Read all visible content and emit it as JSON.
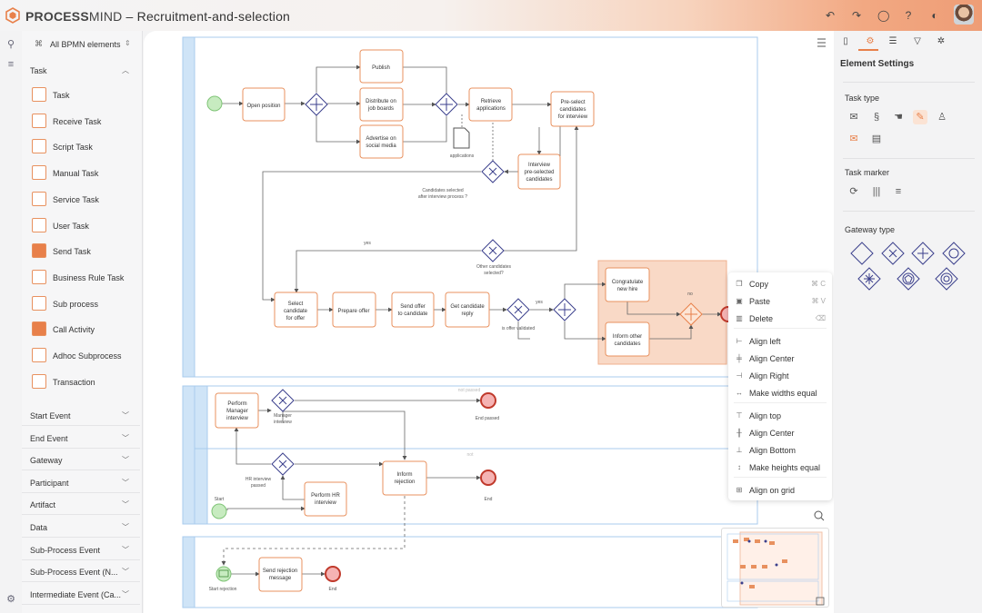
{
  "app": {
    "brand_bold": "PROCESS",
    "brand_rest": "MIND",
    "separator": "–",
    "title": "Recruitment-and-selection"
  },
  "top_icons": [
    "undo-icon",
    "redo-icon",
    "comment-icon",
    "help-icon",
    "theme-icon"
  ],
  "palette": {
    "filter_label": "All BPMN elements",
    "task_section": "Task",
    "task_items": [
      "Task",
      "Receive Task",
      "Script Task",
      "Manual Task",
      "Service Task",
      "User Task",
      "Send Task",
      "Business Rule Task",
      "Sub process",
      "Call Activity",
      "Adhoc Subprocess",
      "Transaction"
    ],
    "sections": [
      "Start Event",
      "End Event",
      "Gateway",
      "Participant",
      "Artifact",
      "Data",
      "Sub-Process Event",
      "Sub-Process Event (N...",
      "Intermediate Event (Ca..."
    ]
  },
  "diagram": {
    "pool1_tasks": {
      "open_position": "Open position",
      "publish": "Publish",
      "distribute": [
        "Distribute on",
        "job boards"
      ],
      "advertise": [
        "Advertise on",
        "social media"
      ],
      "retrieve": [
        "Retrieve",
        "applications"
      ],
      "preselect": [
        "Pre-select",
        "candidates",
        "for interview"
      ],
      "interview": [
        "Interview",
        "pre-selected",
        "candidates"
      ],
      "select": [
        "Select",
        "candidate",
        "for offer"
      ],
      "prepare": "Prepare offer",
      "send_offer": [
        "Send offer",
        "to candidate"
      ],
      "get_reply": [
        "Get candidate",
        "reply"
      ],
      "congratulate": [
        "Congratulate",
        "new hire"
      ],
      "inform_others": [
        "Inform other",
        "candidates"
      ]
    },
    "pool1_labels": {
      "applications": "applications",
      "q_selected": [
        "Candidates selected",
        "after interview process ?"
      ],
      "yes1": "yes",
      "other_q": [
        "Other candidates",
        "selected?"
      ],
      "yes2": "yes",
      "offer_q": "is offer validated",
      "no": "no"
    },
    "pool2": {
      "perform_manager": [
        "Perform",
        "Manager",
        "interview"
      ],
      "manager_interview": [
        "Manager",
        "interview"
      ],
      "end_passed": "End passed",
      "hr_passed": [
        "HR interview",
        "passed"
      ],
      "perform_hr": [
        "Perform HR",
        "interview"
      ],
      "inform_rejection": [
        "Inform",
        "rejection"
      ],
      "start": "Start",
      "end": "End",
      "failed1": "not passed",
      "failed2": "not"
    },
    "pool3": {
      "start_rejection": "Start rejection",
      "send_rejection": [
        "Send rejection",
        "message"
      ],
      "end": "End"
    }
  },
  "context_menu": {
    "items": [
      {
        "icon": "copy-icon",
        "label": "Copy",
        "shortcut": "⌘ C"
      },
      {
        "icon": "paste-icon",
        "label": "Paste",
        "shortcut": "⌘ V"
      },
      {
        "icon": "delete-icon",
        "label": "Delete",
        "shortcut": "⌫"
      },
      {
        "icon": "align-left-icon",
        "label": "Align left",
        "shortcut": ""
      },
      {
        "icon": "align-center-icon",
        "label": "Align Center",
        "shortcut": ""
      },
      {
        "icon": "align-right-icon",
        "label": "Align Right",
        "shortcut": ""
      },
      {
        "icon": "widths-equal-icon",
        "label": "Make widths equal",
        "shortcut": ""
      },
      {
        "icon": "align-top-icon",
        "label": "Align top",
        "shortcut": ""
      },
      {
        "icon": "align-middle-icon",
        "label": "Align Center",
        "shortcut": ""
      },
      {
        "icon": "align-bottom-icon",
        "label": "Align Bottom",
        "shortcut": ""
      },
      {
        "icon": "heights-equal-icon",
        "label": "Make heights equal",
        "shortcut": ""
      },
      {
        "icon": "grid-icon",
        "label": "Align on grid",
        "shortcut": ""
      }
    ]
  },
  "right_panel": {
    "tabs": [
      "document-icon",
      "settings-icon",
      "database-icon",
      "filter-icon",
      "gear-icon"
    ],
    "title": "Element Settings",
    "task_type": "Task type",
    "task_marker": "Task marker",
    "gateway_type": "Gateway type"
  },
  "colors": {
    "accent": "#e8804a",
    "lane": "#cfe4f7",
    "gateway": "#3b3f8c",
    "start": "#a7d9a0",
    "end": "#e46767"
  }
}
